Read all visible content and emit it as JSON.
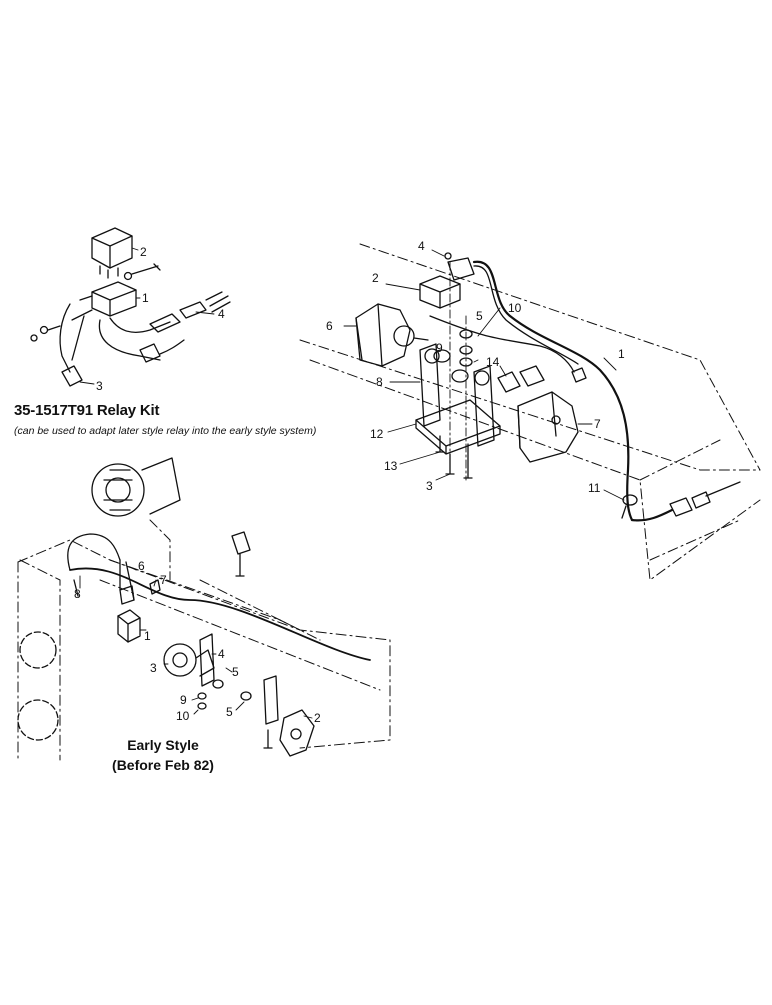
{
  "relay_kit": {
    "title": "35-1517T91 Relay Kit",
    "note": "(can be used to adapt later style relay into the early style system)",
    "callouts": [
      "2",
      "1",
      "4",
      "3"
    ]
  },
  "main_assembly": {
    "callouts": [
      "4",
      "2",
      "10",
      "5",
      "6",
      "9",
      "1",
      "8",
      "14",
      "7",
      "12",
      "13",
      "3",
      "11"
    ]
  },
  "early_style": {
    "title_line1": "Early Style",
    "title_line2": "(Before Feb 82)",
    "callouts": [
      "8",
      "6",
      "7",
      "1",
      "3",
      "4",
      "5",
      "9",
      "10",
      "5",
      "2"
    ]
  }
}
